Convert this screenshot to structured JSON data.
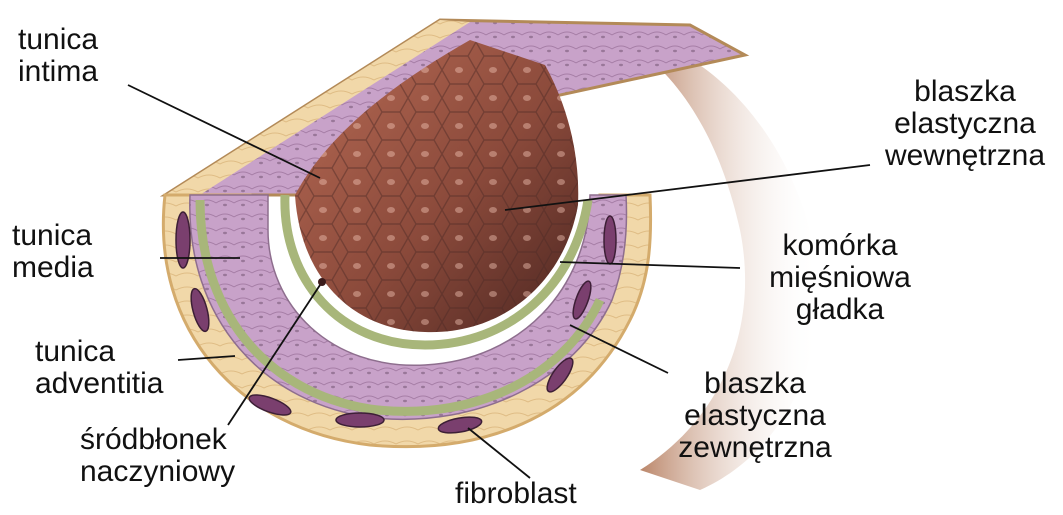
{
  "labels": {
    "tunica_intima": [
      "tunica",
      "intima"
    ],
    "tunica_media": [
      "tunica",
      "media"
    ],
    "tunica_adventitia": [
      "tunica",
      "adventitia"
    ],
    "srodblonek": [
      "śródbłonek",
      "naczyniowy"
    ],
    "fibroblast": [
      "fibroblast"
    ],
    "blaszka_wewnetrzna": [
      "blaszka",
      "elastyczna",
      "wewnętrzna"
    ],
    "komorka": [
      "komórka",
      "mięśniowa",
      "gładka"
    ],
    "blaszka_zewnetrzna": [
      "blaszka",
      "elastyczna",
      "zewnętrzna"
    ]
  },
  "colors": {
    "adventitia": "#f1d7a8",
    "media": "#c9a6c8",
    "elastic": "#a8b67a",
    "lumen": "#8b4a3b",
    "line": "#111111"
  }
}
